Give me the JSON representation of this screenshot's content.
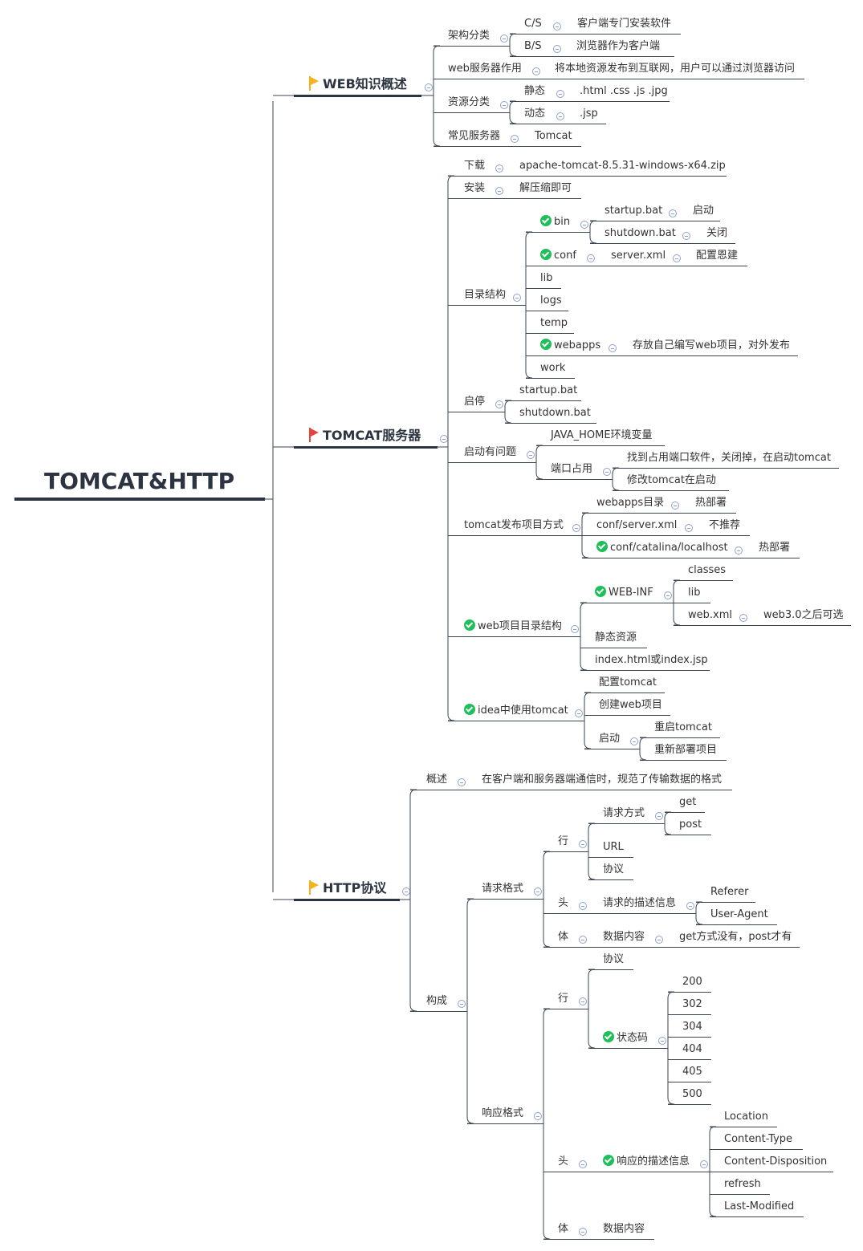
{
  "root": {
    "label": "TOMCAT&HTTP"
  },
  "branches": [
    {
      "label": "WEB知识概述",
      "flag": "flag-yellow-icon",
      "flag_color": "#f5b21b"
    },
    {
      "label": "TOMCAT服务器",
      "flag": "flag-red-icon",
      "flag_color": "#e2463d"
    },
    {
      "label": "HTTP协议",
      "flag": "flag-yellow-icon",
      "flag_color": "#f5b21b"
    }
  ],
  "web": {
    "arch": "架构分类",
    "cs": "C/S",
    "cs_desc": "客户端专门安装软件",
    "bs": "B/S",
    "bs_desc": "浏览器作为客户端",
    "webserver": "web服务器作用",
    "webserver_desc": "将本地资源发布到互联网，用户可以通过浏览器访问",
    "res": "资源分类",
    "static": "静态",
    "static_desc": ".html .css .js .jpg",
    "dynamic": "动态",
    "dynamic_desc": ".jsp",
    "common": "常见服务器",
    "common_desc": "Tomcat"
  },
  "tomcat": {
    "download": "下载",
    "download_desc": "apache-tomcat-8.5.31-windows-x64.zip",
    "install": "安装",
    "install_desc": "解压缩即可",
    "dir": "目录结构",
    "bin": "bin",
    "startup": "startup.bat",
    "startup_desc": "启动",
    "shutdown": "shutdown.bat",
    "shutdown_desc": "关闭",
    "conf": "conf",
    "serverxml": "server.xml",
    "serverxml_desc": "配置恩建",
    "lib": "lib",
    "logs": "logs",
    "temp": "temp",
    "webapps": "webapps",
    "webapps_desc": "存放自己编写web项目，对外发布",
    "work": "work",
    "startstop": "启停",
    "ss_startup": "startup.bat",
    "ss_shutdown": "shutdown.bat",
    "problem": "启动有问题",
    "java_home": "JAVA_HOME环境变量",
    "port": "端口占用",
    "port_fix1": "找到占用端口软件，关闭掉，在启动tomcat",
    "port_fix2": "修改tomcat在启动",
    "publish": "tomcat发布项目方式",
    "pub1": "webapps目录",
    "pub1_desc": "热部署",
    "pub2": "conf/server.xml",
    "pub2_desc": "不推荐",
    "pub3": "conf/catalina/localhost",
    "pub3_desc": "热部署",
    "webdir": "web项目目录结构",
    "webinf": "WEB-INF",
    "classes": "classes",
    "wlib": "lib",
    "webxml": "web.xml",
    "webxml_desc": "web3.0之后可选",
    "staticres": "静态资源",
    "index": "index.html或index.jsp",
    "idea": "idea中使用tomcat",
    "idea1": "配置tomcat",
    "idea2": "创建web项目",
    "idea3": "启动",
    "restart": "重启tomcat",
    "redeploy": "重新部署项目"
  },
  "http": {
    "overview": "概述",
    "overview_desc": "在客户端和服务器端通信时，规范了传输数据的格式",
    "compose": "构成",
    "req": "请求格式",
    "req_line": "行",
    "method": "请求方式",
    "get": "get",
    "post": "post",
    "url": "URL",
    "proto": "协议",
    "req_head": "头",
    "req_head_desc": "请求的描述信息",
    "referer": "Referer",
    "ua": "User-Agent",
    "req_body": "体",
    "req_body_desc": "数据内容",
    "req_body_note": "get方式没有，post才有",
    "resp": "响应格式",
    "resp_line": "行",
    "resp_proto": "协议",
    "status": "状态码",
    "codes": [
      "200",
      "302",
      "304",
      "404",
      "405",
      "500"
    ],
    "resp_head": "头",
    "resp_head_desc": "响应的描述信息",
    "headers": [
      "Location",
      "Content-Type",
      "Content-Disposition",
      "refresh",
      "Last-Modified"
    ],
    "resp_body": "体",
    "resp_body_desc": "数据内容"
  },
  "colors": {
    "check": "#1fbf5a",
    "line": "#3a4552",
    "collapse": "#8ea0cc"
  }
}
